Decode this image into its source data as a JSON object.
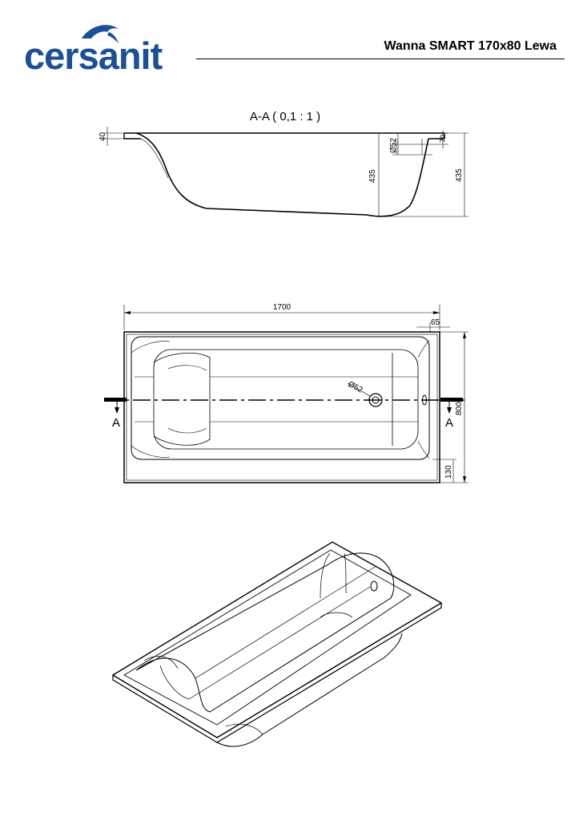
{
  "brand": {
    "name": "cersanit",
    "color": "#1c4f96",
    "icon": "dolphin-icon"
  },
  "document": {
    "title": "Wanna SMART 170x80 Lewa"
  },
  "section_view": {
    "title": "A-A ( 0,1 : 1 )",
    "dim_rim": "40",
    "dim_drain": "Ø52",
    "dim_drain_offset": "70",
    "dim_depth_inner": "435",
    "dim_depth_outer": "435"
  },
  "plan_view": {
    "dim_length": "1700",
    "dim_rim_end": "65",
    "dim_width": "800",
    "dim_rim_side": "130",
    "drain_label": "Ø52",
    "section_marker_left": "A",
    "section_marker_right": "A"
  }
}
